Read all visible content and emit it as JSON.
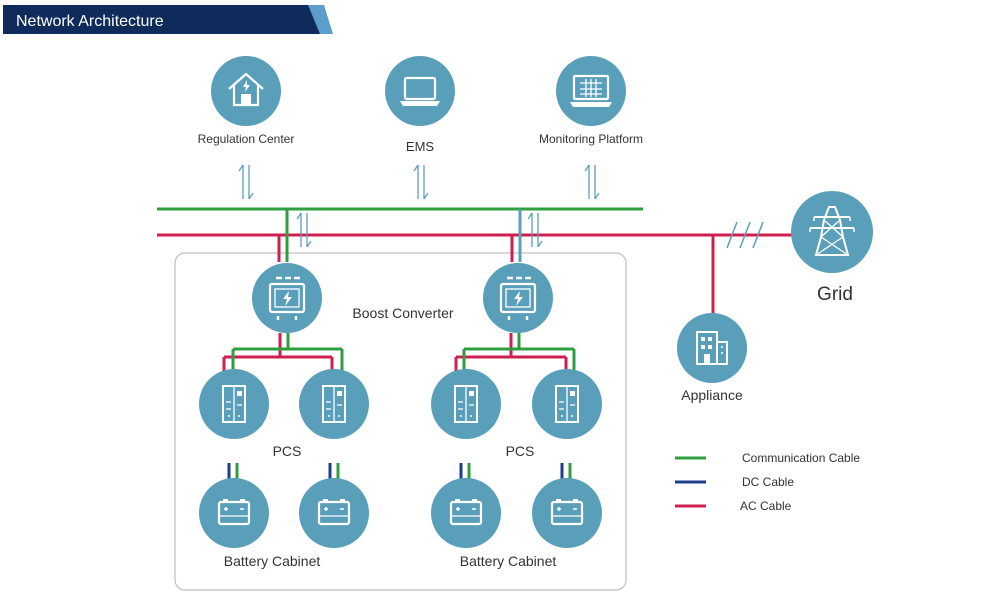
{
  "header": {
    "title": "Network Architecture",
    "bg_color": "#0f2b5b",
    "accent_color": "#5b9ec9"
  },
  "colors": {
    "node_fill": "#5a9fba",
    "comm_cable": "#2e9e3f",
    "dc_cable": "#1b3e8c",
    "ac_cable": "#cf1f4f",
    "signal_arrow": "#5a9fba",
    "container_border": "#bfbfbf"
  },
  "nodes": {
    "regulation_center": {
      "label": "Regulation Center",
      "icon": "house-lightning-icon"
    },
    "ems": {
      "label": "EMS",
      "icon": "laptop-icon"
    },
    "monitoring_platform": {
      "label": "Monitoring Platform",
      "icon": "monitor-grid-icon"
    },
    "grid": {
      "label": "Grid",
      "icon": "power-tower-icon"
    },
    "appliance": {
      "label": "Appliance",
      "icon": "building-icon"
    },
    "boost_converter": {
      "label": "Boost Converter",
      "icon": "converter-icon"
    },
    "pcs": {
      "label": "PCS",
      "icon": "cabinet-icon"
    },
    "battery_cabinet": {
      "label": "Battery Cabinet",
      "icon": "battery-icon"
    }
  },
  "legend": [
    {
      "label": "Communication Cable",
      "color": "#2e9e3f"
    },
    {
      "label": "DC Cable",
      "color": "#1b3e8c"
    },
    {
      "label": "AC Cable",
      "color": "#cf1f4f"
    }
  ]
}
